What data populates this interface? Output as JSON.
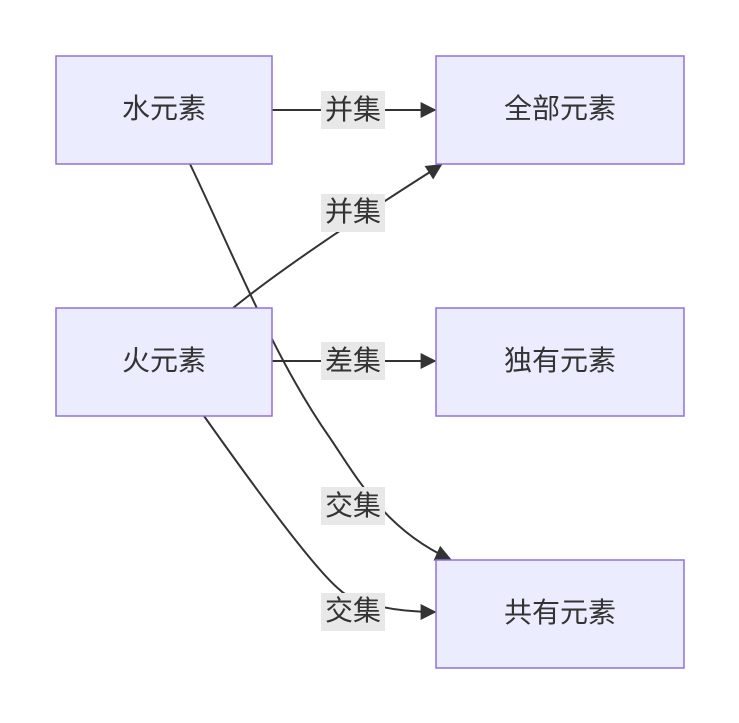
{
  "diagram": {
    "nodes": {
      "water": "水元素",
      "fire": "火元素",
      "all": "全部元素",
      "unique": "独有元素",
      "common": "共有元素"
    },
    "edges": {
      "water_all": "并集",
      "fire_all": "并集",
      "fire_unique": "差集",
      "water_common": "交集",
      "fire_common": "交集"
    }
  },
  "colors": {
    "node_fill": "#ececff",
    "node_stroke": "#9370db",
    "edge": "#333333",
    "edge_label_bg": "#e8e8e8"
  }
}
